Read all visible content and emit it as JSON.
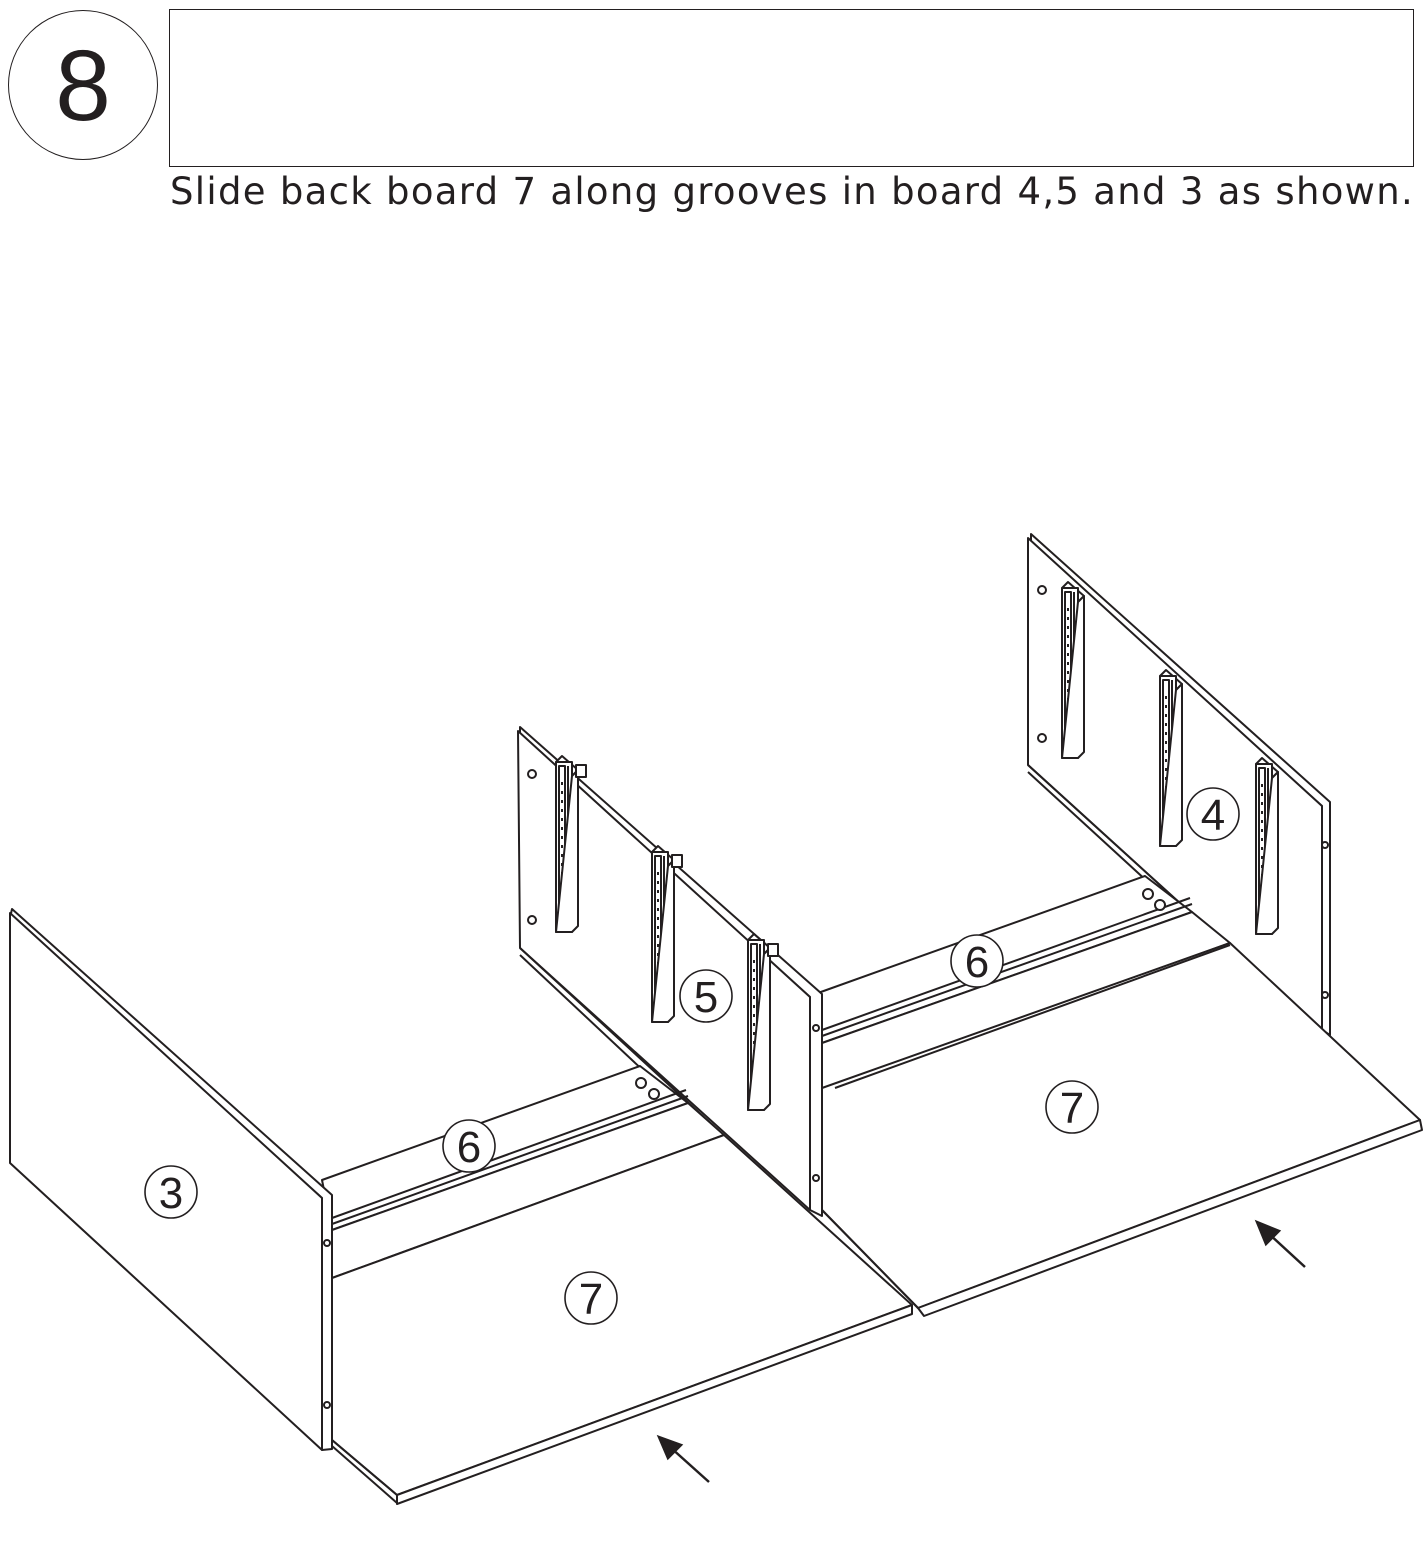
{
  "step": {
    "number": "8"
  },
  "instruction": "Slide back board 7 along grooves in board 4,5 and 3 as shown.",
  "part_labels": {
    "board_3": "3",
    "board_4": "4",
    "board_5": "5",
    "board_6_left": "6",
    "board_6_right": "6",
    "board_7_left": "7",
    "board_7_right": "7"
  },
  "colors": {
    "line": "#231f20",
    "background": "#ffffff"
  }
}
